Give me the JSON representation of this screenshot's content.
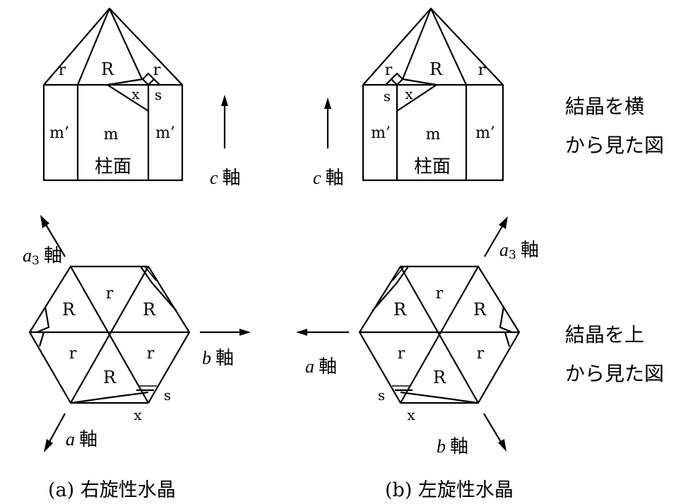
{
  "side_view_caption": [
    "結晶を横",
    "から見た図"
  ],
  "top_view_caption": [
    "結晶を上",
    "から見た図"
  ],
  "axis_suffix": "軸",
  "axes": {
    "c": "c",
    "a": "a",
    "b": "b",
    "a3_base": "a",
    "a3_sub": "3"
  },
  "faces": {
    "R": "R",
    "r": "r",
    "s": "s",
    "x": "x",
    "m": "m",
    "m_prime": "m’"
  },
  "prism_face_label": "柱面",
  "captions": {
    "right": "(a) 右旋性水晶",
    "left": "(b) 左旋性水晶"
  }
}
